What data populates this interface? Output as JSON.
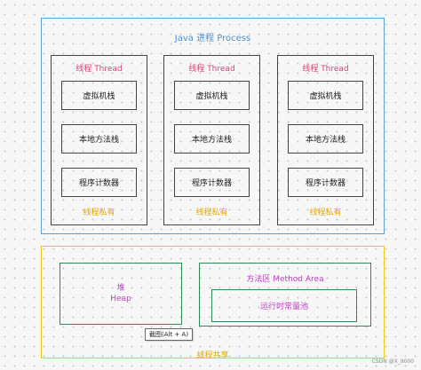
{
  "process": {
    "title": "Java 进程 Process",
    "threads": [
      {
        "title": "线程 Thread",
        "cells": [
          "虚拟机栈",
          "本地方法栈",
          "程序计数器"
        ],
        "footer": "线程私有"
      },
      {
        "title": "线程 Thread",
        "cells": [
          "虚拟机栈",
          "本地方法栈",
          "程序计数器"
        ],
        "footer": "线程私有"
      },
      {
        "title": "线程 Thread",
        "cells": [
          "虚拟机栈",
          "本地方法栈",
          "程序计数器"
        ],
        "footer": "线程私有"
      }
    ]
  },
  "shared": {
    "heap_cn": "堆",
    "heap_en": "Heap",
    "method_area": "方法区 Method Area",
    "constant_pool": "运行时常量池",
    "footer": "线程共享"
  },
  "tooltip": "截图(Alt + A)",
  "watermark": "CSDN @X_9000"
}
